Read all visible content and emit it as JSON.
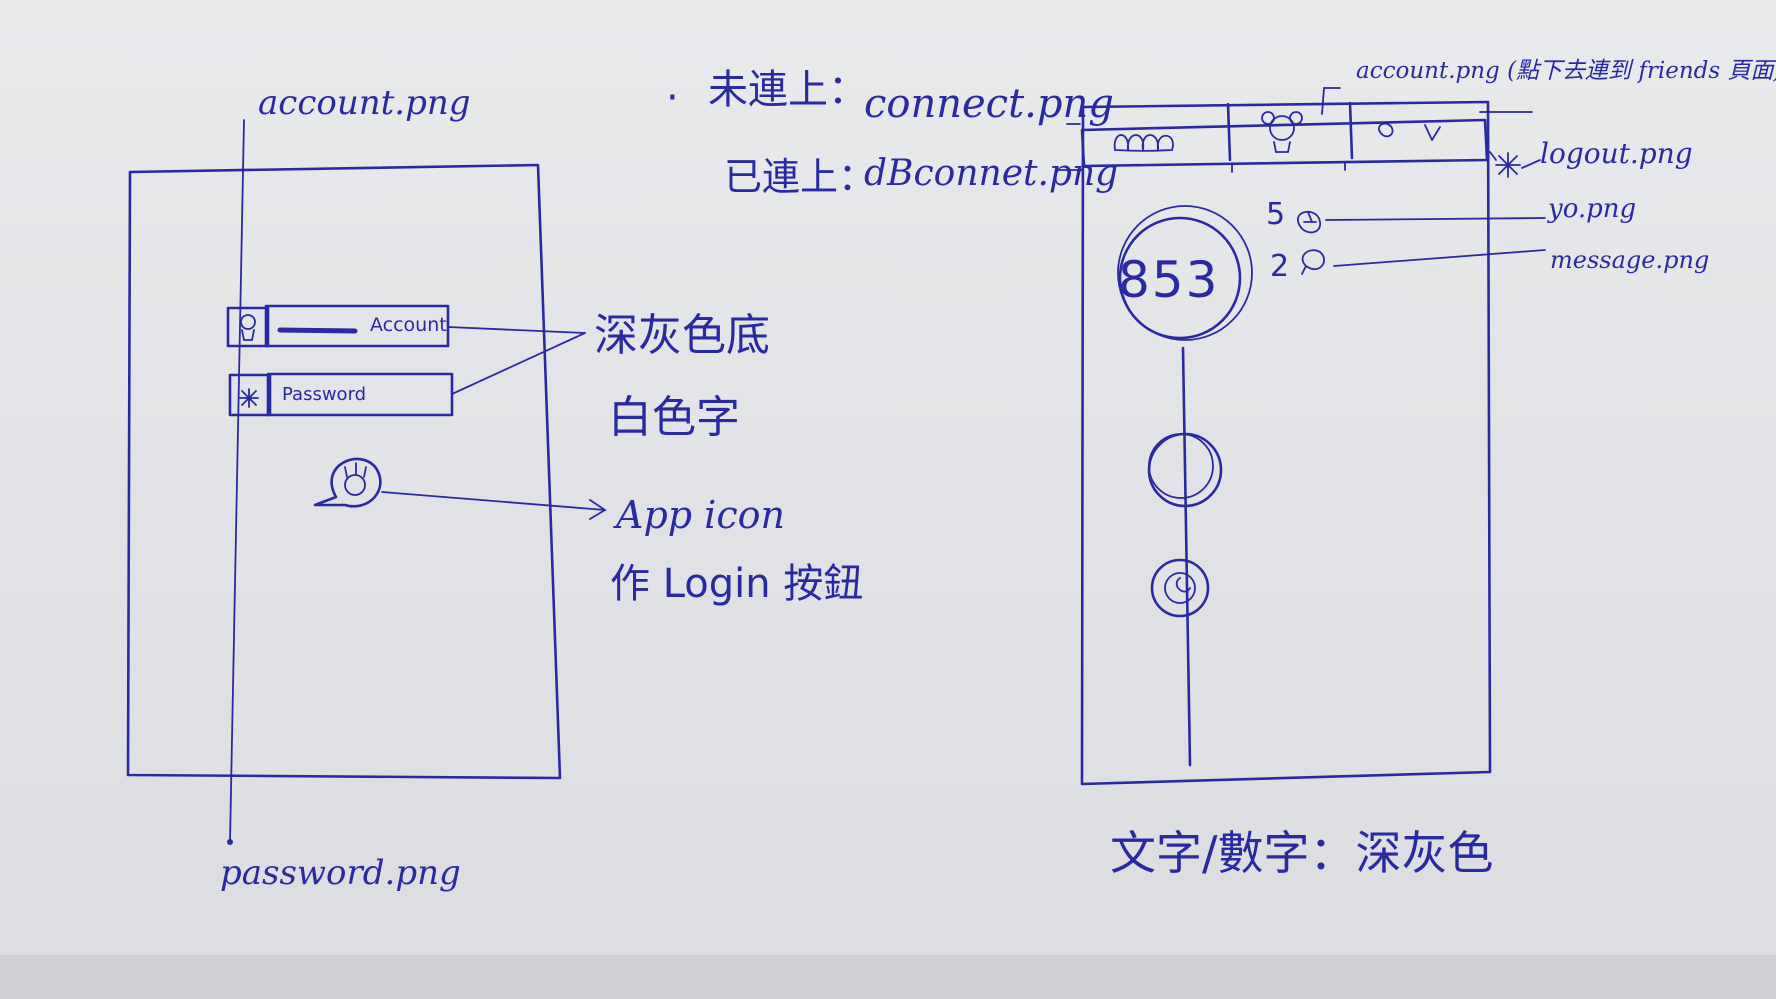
{
  "left_screen": {
    "account_label": "account.png",
    "password_label": "password.png",
    "account_field_text": "Account",
    "password_field_text": "Password",
    "note_dark_bg": "深灰色底",
    "note_white_text": "白色字",
    "app_icon_note": "App icon",
    "login_note": "作 Login 按鈕"
  },
  "connection": {
    "bullet": "·",
    "not_connected_label": "未連上：",
    "not_connected_file": "connect.png",
    "connected_label": "已連上：",
    "connected_file": "dBconnet.png"
  },
  "right_screen": {
    "account_note": "account.png (點下去連到 friends 頁面)",
    "logout_label": "logout.png",
    "yo_count": "5",
    "yo_label": "yo.png",
    "message_count": "2",
    "message_label": "message.png",
    "score": "853",
    "text_color_note": "文字/數字：深灰色"
  },
  "colors": {
    "ink": "#2a2aa0",
    "paper": "#e6e7ea"
  }
}
